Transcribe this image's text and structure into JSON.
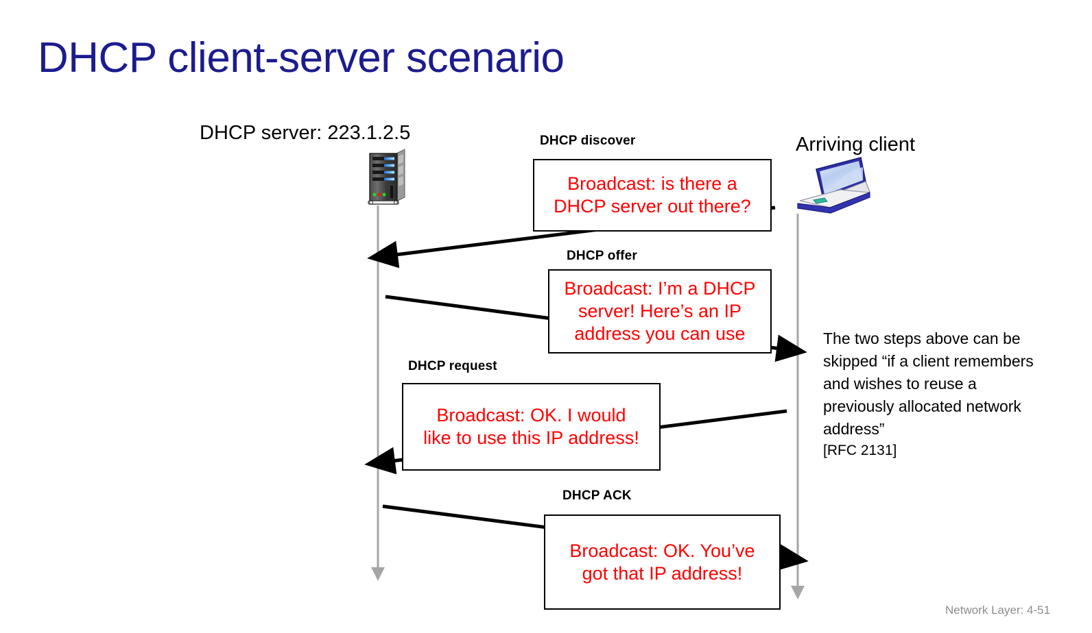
{
  "slide": {
    "title": "DHCP client-server scenario",
    "footer": "Network Layer: 4-51"
  },
  "endpoints": {
    "server": {
      "label": "DHCP server: 223.1.2.5",
      "icon": "server-tower-icon"
    },
    "client": {
      "label": "Arriving client",
      "icon": "laptop-icon"
    }
  },
  "messages": [
    {
      "label": "DHCP discover",
      "text": "Broadcast: is there a\nDHCP server out there?",
      "direction": "client-to-server"
    },
    {
      "label": "DHCP offer",
      "text": "Broadcast: I’m a DHCP\nserver! Here’s an IP\naddress you can use",
      "direction": "server-to-client"
    },
    {
      "label": "DHCP request",
      "text": "Broadcast: OK.  I would\nlike to use this IP address!",
      "direction": "client-to-server"
    },
    {
      "label": "DHCP ACK",
      "text": "Broadcast: OK.  You’ve\ngot that IP address!",
      "direction": "server-to-client"
    }
  ],
  "note": {
    "body": "The two steps above can be skipped “if a client remembers and wishes to reuse a previously allocated network address”",
    "citation": "[RFC 2131]"
  },
  "colors": {
    "title": "#1c1c8f",
    "message_text": "#ff0000",
    "label": "#000000",
    "lifeline": "#a6a6a6",
    "footer": "#8c8c8c",
    "box_border": "#000000",
    "background": "#ffffff"
  }
}
